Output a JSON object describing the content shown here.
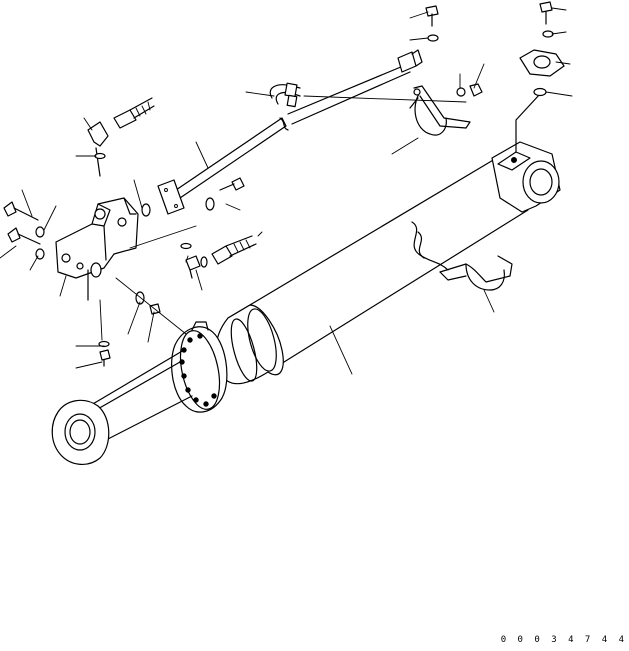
{
  "drawing": {
    "number": "00034744",
    "display_number": "0 0 0 3 4 7 4 4"
  },
  "parts": [
    {
      "name": "cylinder-barrel"
    },
    {
      "name": "piston-rod"
    },
    {
      "name": "rod-end-eye"
    },
    {
      "name": "bottom-end-eye"
    },
    {
      "name": "safety-valve-block"
    },
    {
      "name": "hydraulic-pipe"
    },
    {
      "name": "hose-upper"
    },
    {
      "name": "elbow-fitting"
    },
    {
      "name": "pipe-clamp"
    },
    {
      "name": "hose-clamp-lower"
    },
    {
      "name": "bolts"
    },
    {
      "name": "washers"
    },
    {
      "name": "o-rings"
    },
    {
      "name": "nuts"
    },
    {
      "name": "plug"
    }
  ]
}
